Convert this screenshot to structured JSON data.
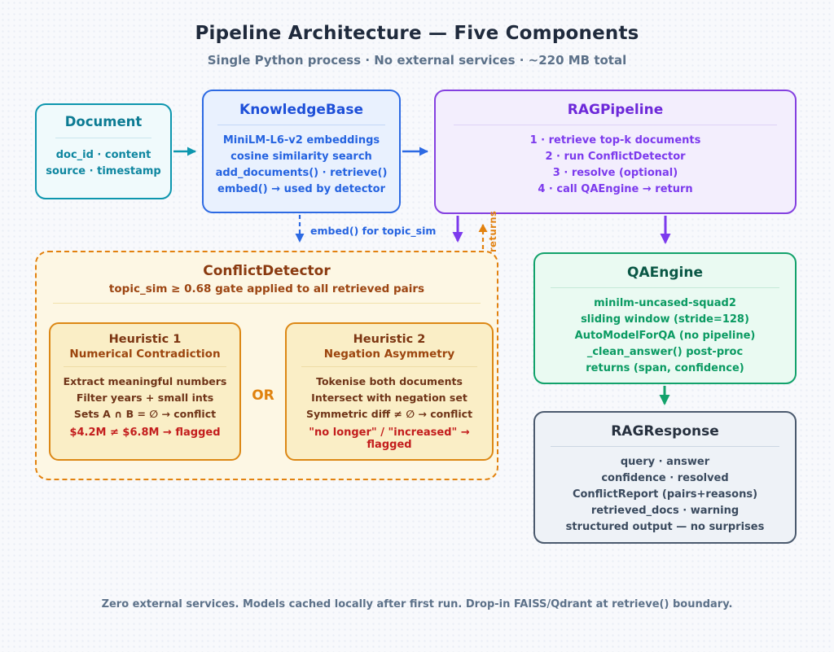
{
  "header": {
    "title": "Pipeline Architecture — Five Components",
    "subtitle": "Single Python process · No external services · ~220 MB total"
  },
  "boxes": {
    "document": {
      "title": "Document",
      "lines": [
        "doc_id · content",
        "source · timestamp"
      ]
    },
    "knowledge_base": {
      "title": "KnowledgeBase",
      "lines": [
        "MiniLM-L6-v2 embeddings",
        "cosine similarity search",
        "add_documents() · retrieve()",
        "embed() → used by detector"
      ]
    },
    "rag_pipeline": {
      "title": "RAGPipeline",
      "lines": [
        "1 · retrieve top-k documents",
        "2 · run ConflictDetector",
        "3 · resolve (optional)",
        "4 · call QAEngine → return"
      ]
    },
    "conflict_detector": {
      "title": "ConflictDetector",
      "subtitle": "topic_sim ≥ 0.68 gate applied to all retrieved pairs",
      "or_label": "OR",
      "heuristic1": {
        "title": "Heuristic 1",
        "subtitle": "Numerical Contradiction",
        "lines": [
          "Extract meaningful numbers",
          "Filter years + small ints",
          "Sets A ∩ B = ∅ → conflict"
        ],
        "highlight": "$4.2M ≠ $6.8M → flagged"
      },
      "heuristic2": {
        "title": "Heuristic 2",
        "subtitle": "Negation Asymmetry",
        "lines": [
          "Tokenise both documents",
          "Intersect with negation set",
          "Symmetric diff ≠ ∅ → conflict"
        ],
        "highlight": "\"no longer\" / \"increased\" → flagged"
      }
    },
    "qa_engine": {
      "title": "QAEngine",
      "lines": [
        "minilm-uncased-squad2",
        "sliding window (stride=128)",
        "AutoModelForQA (no pipeline)",
        "_clean_answer() post-proc",
        "returns (span, confidence)"
      ]
    },
    "rag_response": {
      "title": "RAGResponse",
      "lines": [
        "query · answer",
        "confidence · resolved",
        "ConflictReport (pairs+reasons)",
        "retrieved_docs · warning",
        "structured output — no surprises"
      ]
    }
  },
  "edges": {
    "embed_label": "embed() for topic_sim",
    "returns_label": "returns"
  },
  "footer": "Zero external services. Models cached locally after first run. Drop-in FAISS/Qdrant at retrieve() boundary.",
  "colors": {
    "teal": "#0d96ae",
    "blue": "#2d6ae3",
    "purple": "#7c3aed",
    "orange": "#e2810e",
    "green": "#12a26b",
    "slate": "#4b5a6e",
    "flag_red": "#c31d1d",
    "background": "#f8f9fc"
  }
}
